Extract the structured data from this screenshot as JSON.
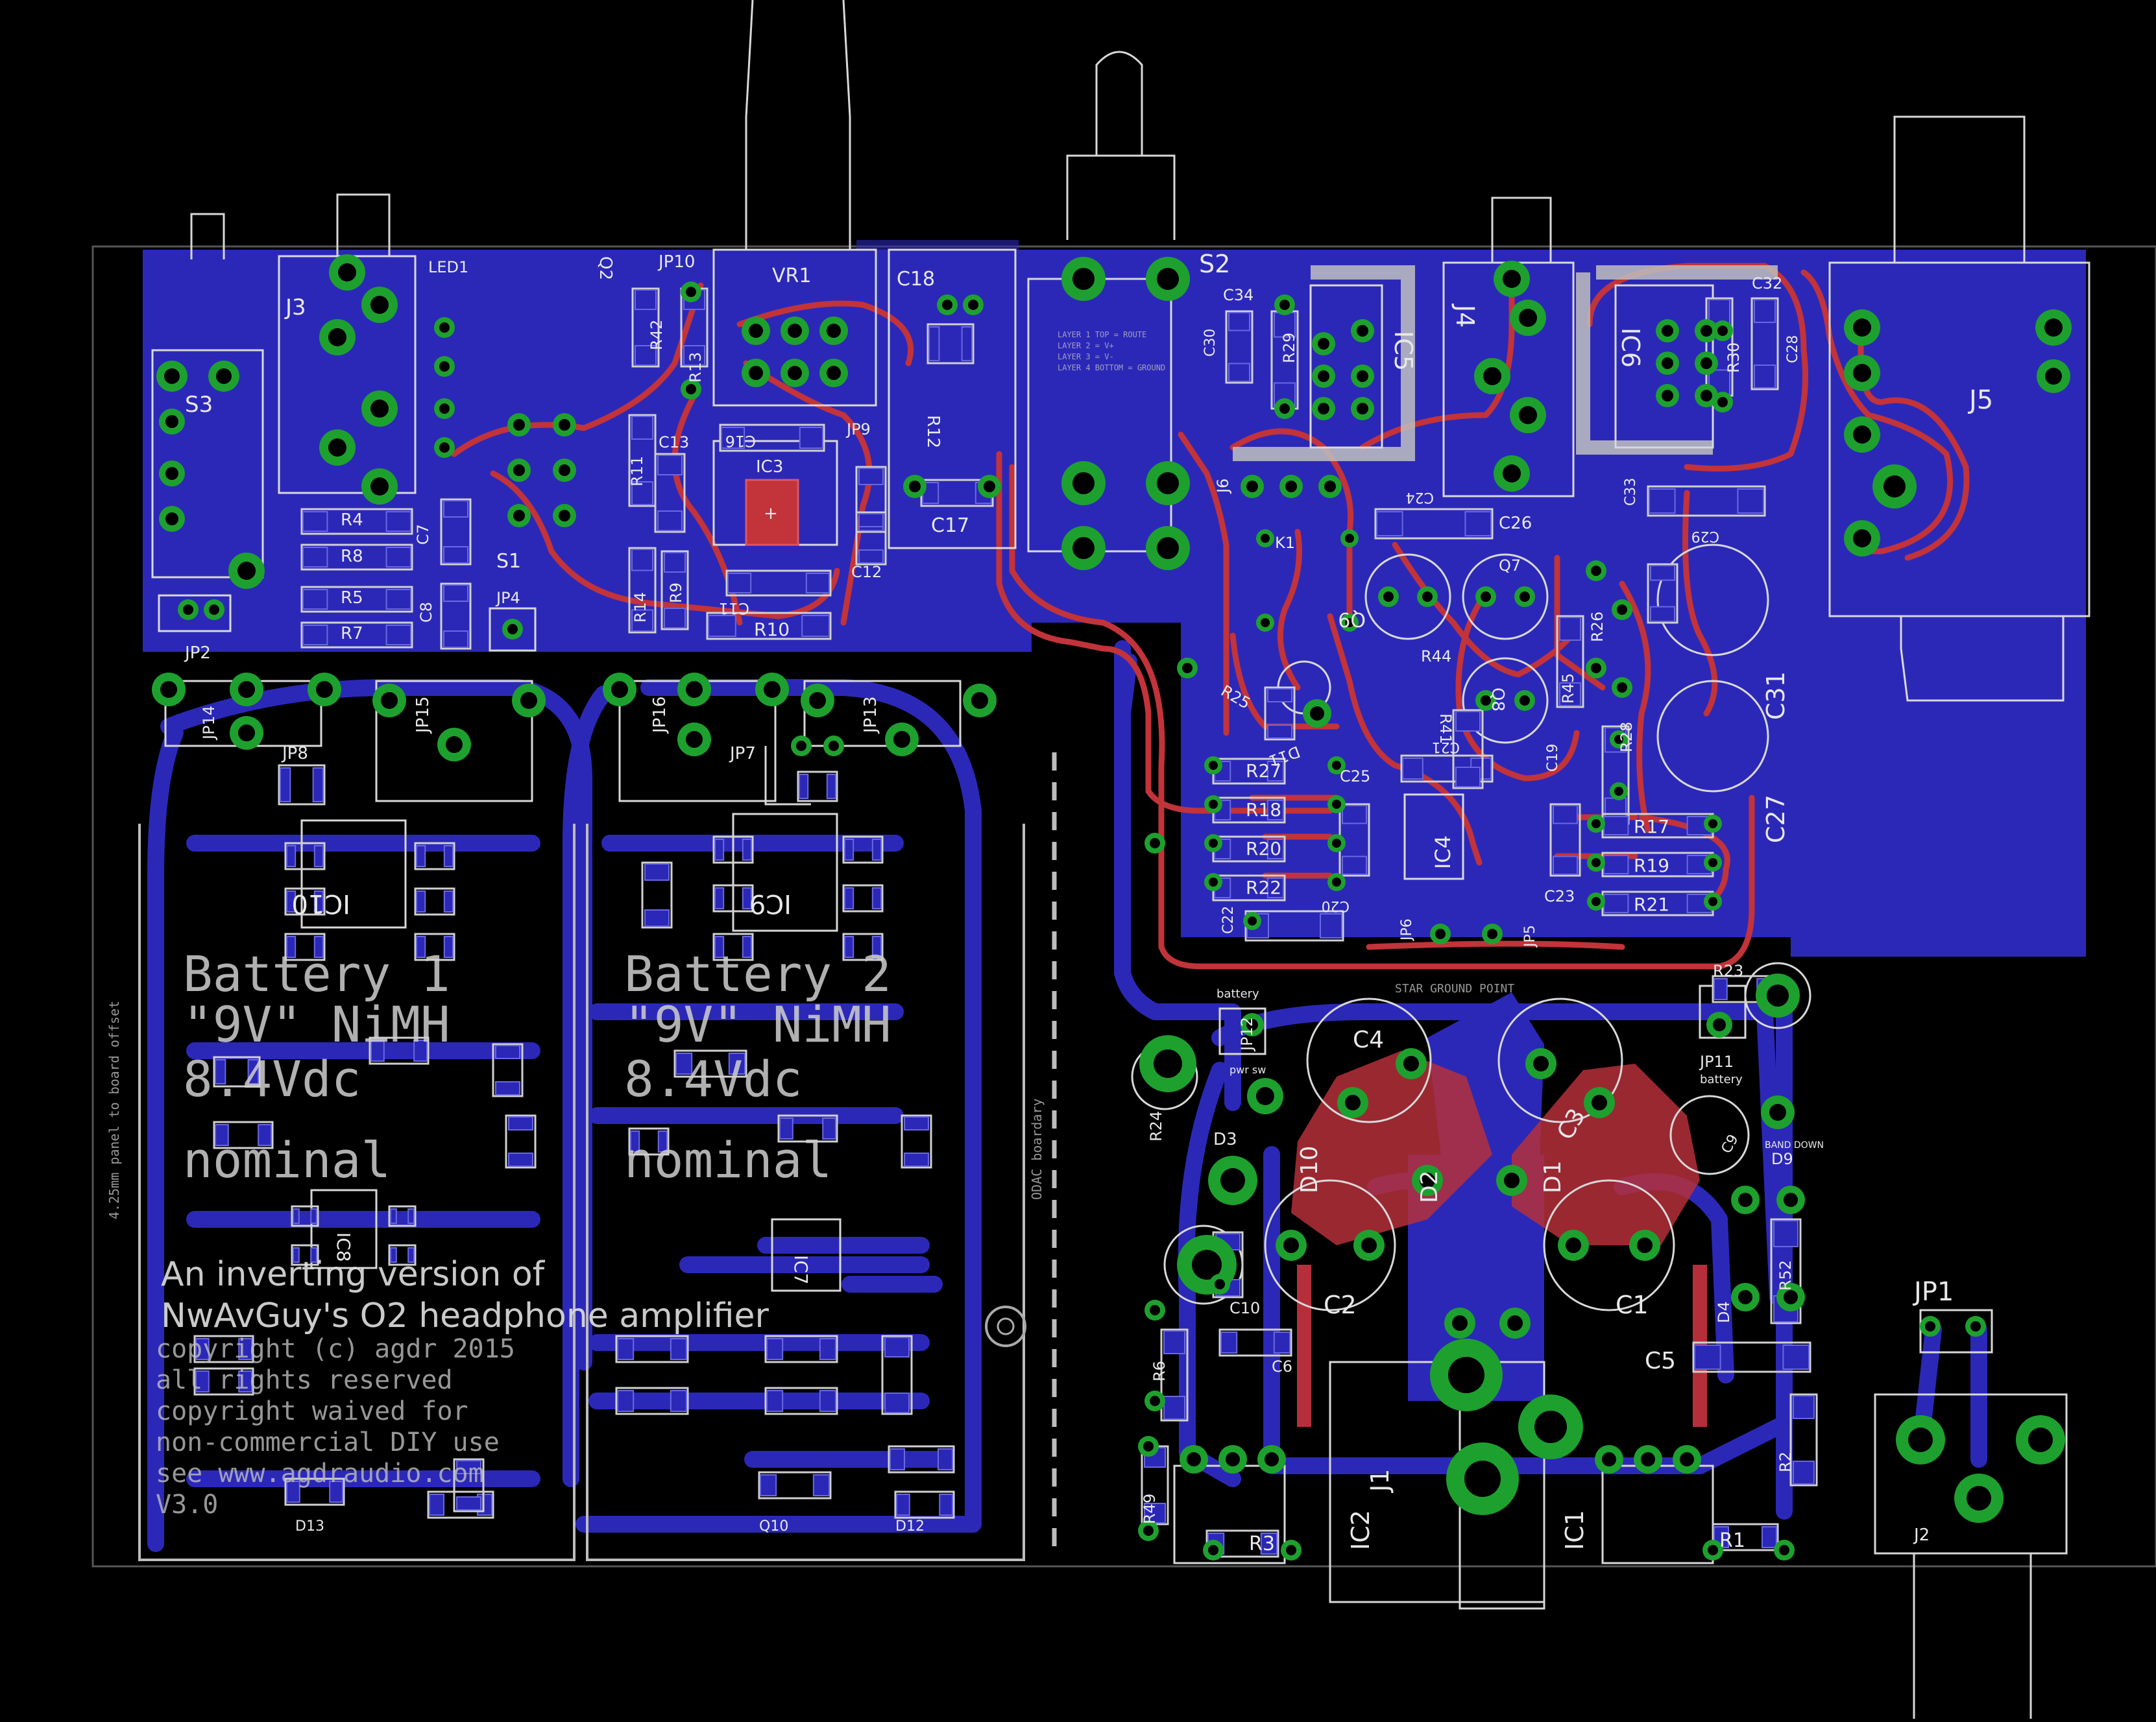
{
  "board": {
    "title_line1": "An inverting version of",
    "title_line2": "NwAvGuy's O2 headphone amplifier",
    "copyright": [
      "copyright (c) agdr 2015",
      "all rights reserved",
      "copyright waived for",
      "non-commercial DIY use",
      "see www.agdraudio.com",
      "V3.0"
    ],
    "battery1": [
      "Battery 1",
      "\"9V\" NiMH",
      "8.4Vdc",
      "nominal"
    ],
    "battery2": [
      "Battery 2",
      "\"9V\" NiMH",
      "8.4Vdc",
      "nominal"
    ],
    "side_note": "4.25mm panel to board offset",
    "odac_note": "ODAC boardary",
    "star_ground": "STAR GROUND POINT",
    "layers": [
      "LAYER 1 TOP = ROUTE",
      "LAYER 2 = V+",
      "LAYER 3 = V-",
      "LAYER 4 BOTTOM = GROUND"
    ]
  },
  "labels": {
    "J3": "J3",
    "S3": "S3",
    "LED1": "LED1",
    "Q2": "Q2",
    "JP10": "JP10",
    "VR1": "VR1",
    "C18": "C18",
    "S2": "S2",
    "IC5": "IC5",
    "J4": "J4",
    "IC6": "IC6",
    "J5": "J5",
    "R42": "R42",
    "R13": "R13",
    "R11": "R11",
    "C13": "C13",
    "C16": "C16",
    "IC3": "IC3",
    "JP9": "JP9",
    "R12": "R12",
    "C17": "C17",
    "C11": "C11",
    "C12": "C12",
    "R14": "R14",
    "R9": "R9",
    "R10": "R10",
    "R4": "R4",
    "R8": "R8",
    "R5": "R5",
    "R7": "R7",
    "C7": "C7",
    "C8": "C8",
    "S1": "S1",
    "JP4": "JP4",
    "JP2": "JP2",
    "JP14": "JP14",
    "JP15": "JP15",
    "JP16": "JP16",
    "JP13": "JP13",
    "JP8": "JP8",
    "JP7": "JP7",
    "IC10": "IC10",
    "IC9": "IC9",
    "IC8": "IC8",
    "IC7": "IC7",
    "C34": "C34",
    "R29": "R29",
    "C30": "C30",
    "R30": "R30",
    "C32": "C32",
    "C28": "C28",
    "J6": "J6",
    "C24": "C24",
    "C26": "C26",
    "C33": "C33",
    "C29": "C29",
    "K1": "K1",
    "Q9": "Q9",
    "Q7": "Q7",
    "R26": "R26",
    "R44": "R44",
    "Q8": "Q8",
    "R41": "R41",
    "R45": "R45",
    "R28": "R28",
    "C31": "C31",
    "C27": "C27",
    "C21": "C21",
    "C19": "C19",
    "R27": "R27",
    "R18": "R18",
    "R20": "R20",
    "R22": "R22",
    "C25": "C25",
    "IC4": "IC4",
    "C23": "C23",
    "R17": "R17",
    "R19": "R19",
    "R21": "R21",
    "C22": "C22",
    "C20": "C20",
    "JP6": "JP6",
    "JP5": "JP5",
    "R23": "R23",
    "JP12": "JP12",
    "JP11": "JP11",
    "C4": "C4",
    "C3": "C3",
    "R24": "R24",
    "D3": "D3",
    "D10": "D10",
    "D2": "D2",
    "D1": "D1",
    "C9": "C9",
    "D9": "D9",
    "C2": "C2",
    "C1": "C1",
    "C10": "C10",
    "R52": "R52",
    "R6": "R6",
    "C6": "C6",
    "C5": "C5",
    "D4": "D4",
    "JP1": "JP1",
    "J1": "J1",
    "IC2": "IC2",
    "IC1": "IC1",
    "R49": "R49",
    "R3": "R3",
    "R1": "R1",
    "R2": "R2",
    "J2": "J2",
    "D13": "D13",
    "D12": "D12",
    "Q10": "Q10",
    "D11": "D11",
    "R25": "R25",
    "battery": "battery",
    "pwr_sw": "pwr sw",
    "band_down": "BAND DOWN"
  },
  "colors": {
    "background": "#000000",
    "ground_plane": "#2b28b8",
    "top_trace": "#c2333a",
    "pad": "#1ea02e",
    "silkscreen": "#e0e0e0"
  }
}
